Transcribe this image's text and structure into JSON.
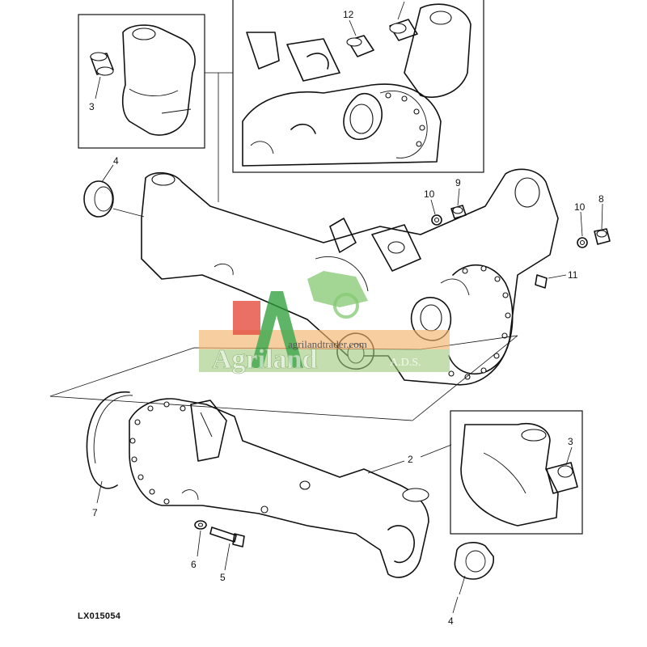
{
  "figure": {
    "reference_code": "LX015054",
    "callouts": {
      "c12": "12",
      "c3_top": "3",
      "c4_top": "4",
      "c10_left": "10",
      "c9": "9",
      "c10_right": "10",
      "c8": "8",
      "c11": "11",
      "c2": "2",
      "c3_right": "3",
      "c7": "7",
      "c6": "6",
      "c5": "5",
      "c4_bottom": "4"
    }
  },
  "watermark": {
    "brand": "Agriland",
    "url": "agrilandtrader.com",
    "suffix": "A.D.S."
  }
}
